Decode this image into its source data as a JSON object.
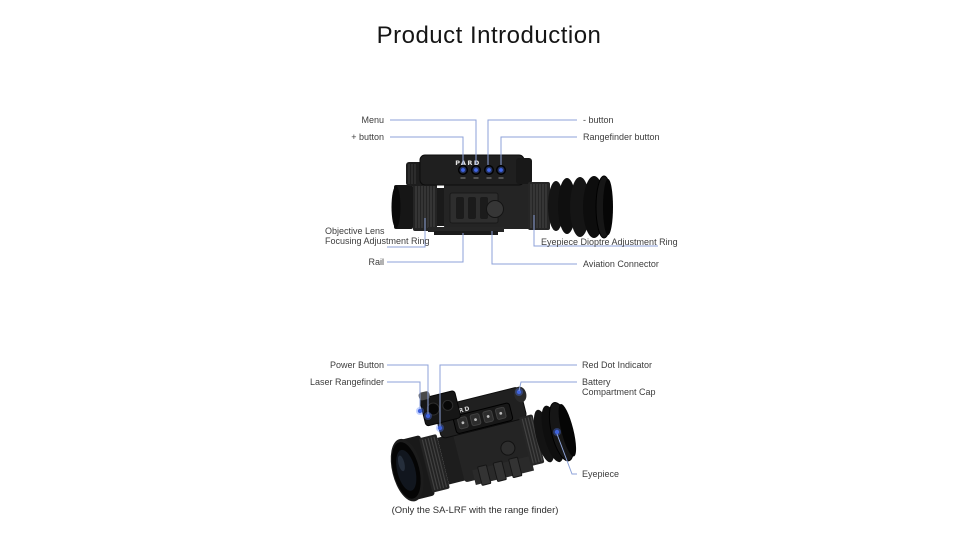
{
  "page": {
    "title": "Product Introduction",
    "caption": "(Only the SA-LRF with the range finder)",
    "brand": "PARD"
  },
  "colors": {
    "callout_line": "#8da2d8",
    "marker_blue": "#3f63dd",
    "button_glow": "#4f7bff",
    "label_text": "#3d3d3d",
    "device_body": "#222222",
    "background": "#ffffff"
  },
  "diagram_top": {
    "labels": {
      "menu": "Menu",
      "plus_button": "+ button",
      "minus_button": "- button",
      "rangefinder_button": "Rangefinder button",
      "objective_lens_line1": "Objective Lens",
      "objective_lens_line2": "Focusing Adjustment Ring",
      "eyepiece_dioptre": "Eyepiece Dioptre Adjustment Ring",
      "rail": "Rail",
      "aviation_connector": "Aviation Connector"
    }
  },
  "diagram_bottom": {
    "labels": {
      "power_button": "Power Button",
      "red_dot_indicator": "Red Dot Indicator",
      "laser_rangefinder": "Laser Rangefinder",
      "battery_cap_line1": "Battery",
      "battery_cap_line2": "Compartment Cap",
      "eyepiece": "Eyepiece"
    }
  }
}
